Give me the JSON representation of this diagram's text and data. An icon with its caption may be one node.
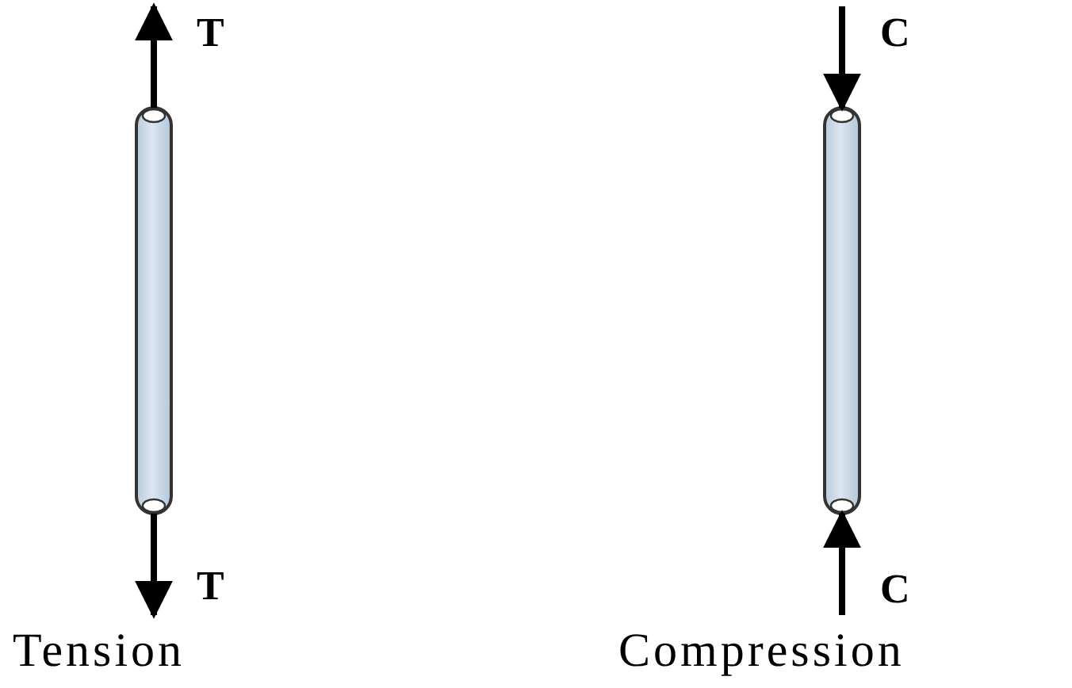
{
  "diagram": {
    "labels": [
      "T",
      "C",
      "T",
      "C",
      "Tension",
      "Compression"
    ]
  }
}
